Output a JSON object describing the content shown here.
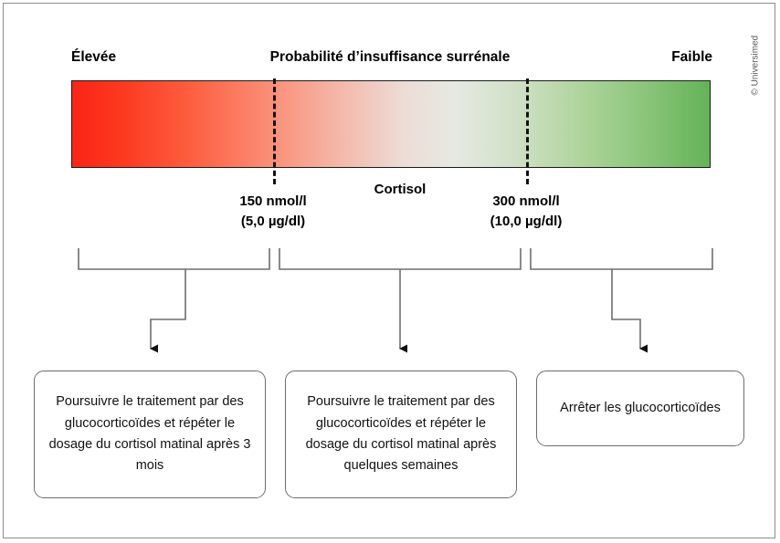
{
  "figure": {
    "copyright": "© Universimed",
    "scale": {
      "left_label": "Élevée",
      "title": "Probabilité d’insuffisance surrénale",
      "right_label": "Faible",
      "axis_label": "Cortisol",
      "color_left": "#fb2415",
      "color_mid": "#eeeeea",
      "color_right": "#64b357",
      "thresholds": [
        {
          "value": "150 nmol/l",
          "alt": "(5,0 µg/dl)"
        },
        {
          "value": "300 nmol/l",
          "alt": "(10,0 µg/dl)"
        }
      ]
    },
    "outcomes": [
      {
        "text": "Poursuivre le traitement par des glucocorticoïdes et répéter le dosage du cortisol matinal après 3 mois"
      },
      {
        "text": "Poursuivre le traitement par des glucocorticoïdes et répéter le dosage du cortisol matinal après quelques semaines"
      },
      {
        "text": "Arrêter les glucocorticoïdes"
      }
    ]
  }
}
